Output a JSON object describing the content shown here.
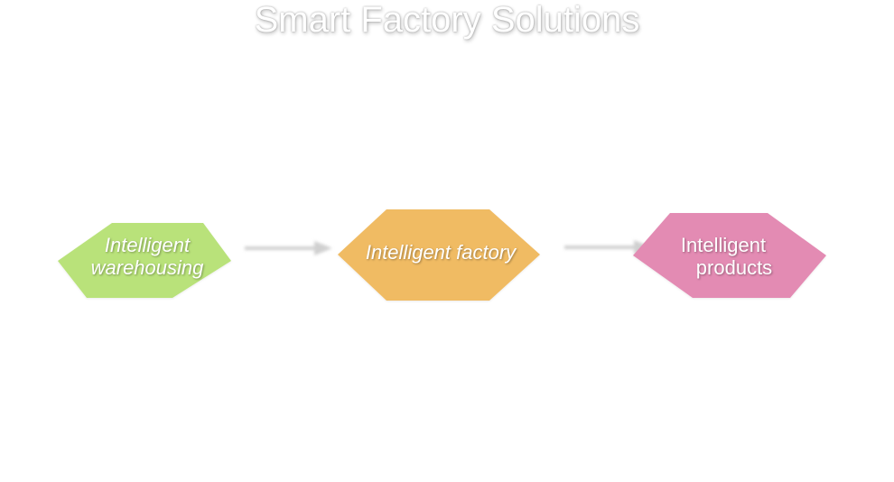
{
  "title": "Smart Factory Solutions",
  "nodes": [
    {
      "id": "warehousing",
      "line1": "Intelligent",
      "line2": "warehousing",
      "color": "#b9e27a"
    },
    {
      "id": "factory",
      "line1": "Intelligent factory",
      "line2": "",
      "color": "#f0bb63"
    },
    {
      "id": "products",
      "line1": "Intelligent",
      "line2": "products",
      "color": "#e38bb3"
    }
  ],
  "edges": [
    {
      "from": "warehousing",
      "to": "factory"
    },
    {
      "from": "factory",
      "to": "products"
    }
  ],
  "arrow_color": "#d0d0d0"
}
